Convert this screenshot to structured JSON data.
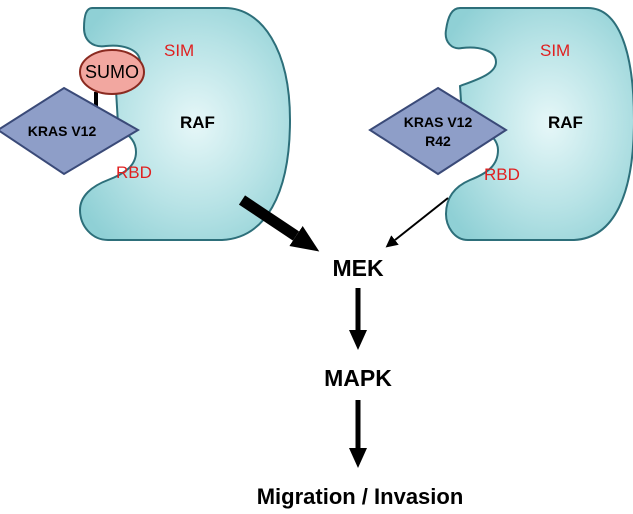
{
  "colors": {
    "raf_fill": "#a6dde0",
    "raf_stroke": "#2d6f7a",
    "kras_fill": "#8e9ec8",
    "kras_stroke": "#3a4a78",
    "sumo_fill": "#f2a7a0",
    "sumo_stroke": "#8a2a20",
    "red_label": "#e02020"
  },
  "left_complex": {
    "sim": "SIM",
    "raf": "RAF",
    "rbd": "RBD",
    "sumo": "SUMO",
    "kras": "KRAS V12"
  },
  "right_complex": {
    "sim": "SIM",
    "raf": "RAF",
    "rbd": "RBD",
    "kras_line1": "KRAS V12",
    "kras_line2": "R42"
  },
  "pathway": {
    "mek": "MEK",
    "mapk": "MAPK",
    "outcome": "Migration / Invasion"
  },
  "arrows": {
    "left_to_mek": "thick",
    "right_to_mek": "thin",
    "mek_to_mapk": "medium",
    "mapk_to_outcome": "medium"
  }
}
